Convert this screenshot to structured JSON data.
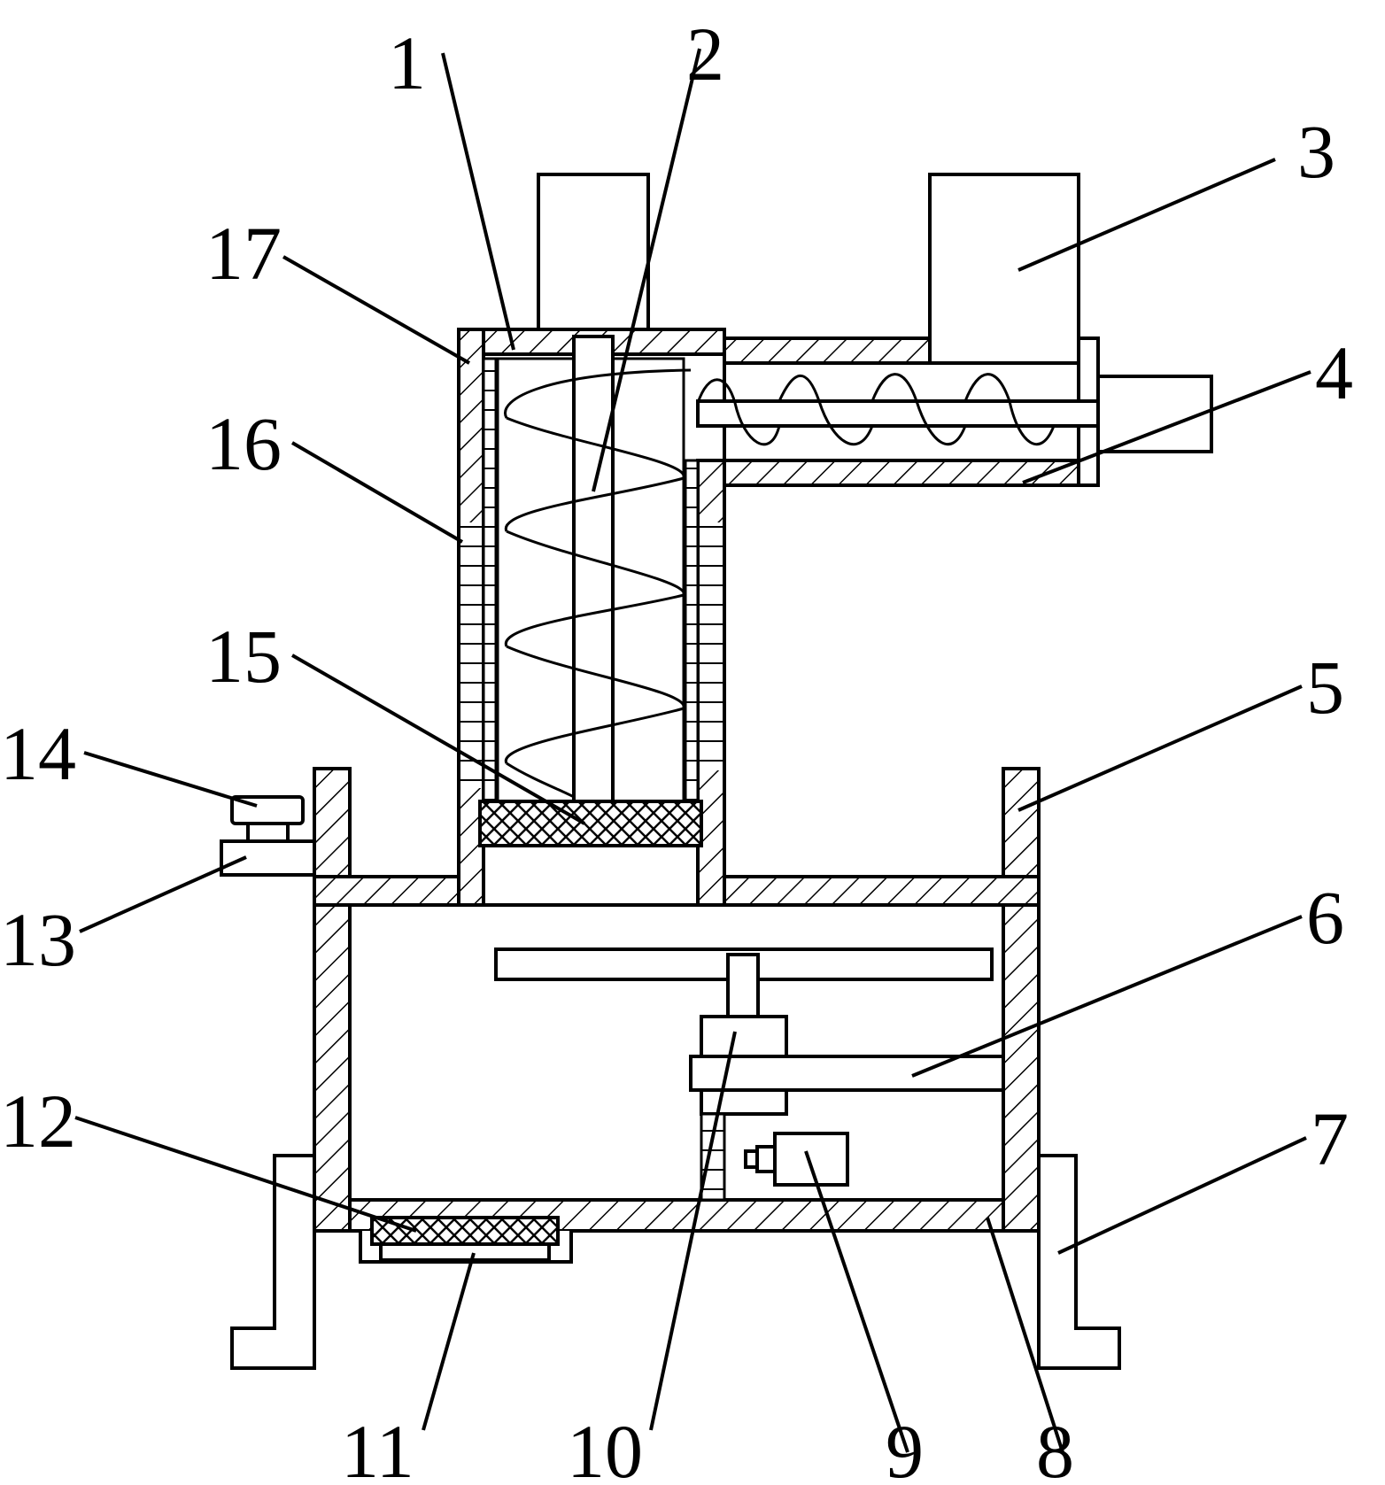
{
  "figure": {
    "labels": [
      {
        "id": "label-1",
        "text": "1"
      },
      {
        "id": "label-2",
        "text": "2"
      },
      {
        "id": "label-3",
        "text": "3"
      },
      {
        "id": "label-4",
        "text": "4"
      },
      {
        "id": "label-5",
        "text": "5"
      },
      {
        "id": "label-6",
        "text": "6"
      },
      {
        "id": "label-7",
        "text": "7"
      },
      {
        "id": "label-8",
        "text": "8"
      },
      {
        "id": "label-9",
        "text": "9"
      },
      {
        "id": "label-10",
        "text": "10"
      },
      {
        "id": "label-11",
        "text": "11"
      },
      {
        "id": "label-12",
        "text": "12"
      },
      {
        "id": "label-13",
        "text": "13"
      },
      {
        "id": "label-14",
        "text": "14"
      },
      {
        "id": "label-15",
        "text": "15"
      },
      {
        "id": "label-16",
        "text": "16"
      },
      {
        "id": "label-17",
        "text": "17"
      }
    ]
  }
}
